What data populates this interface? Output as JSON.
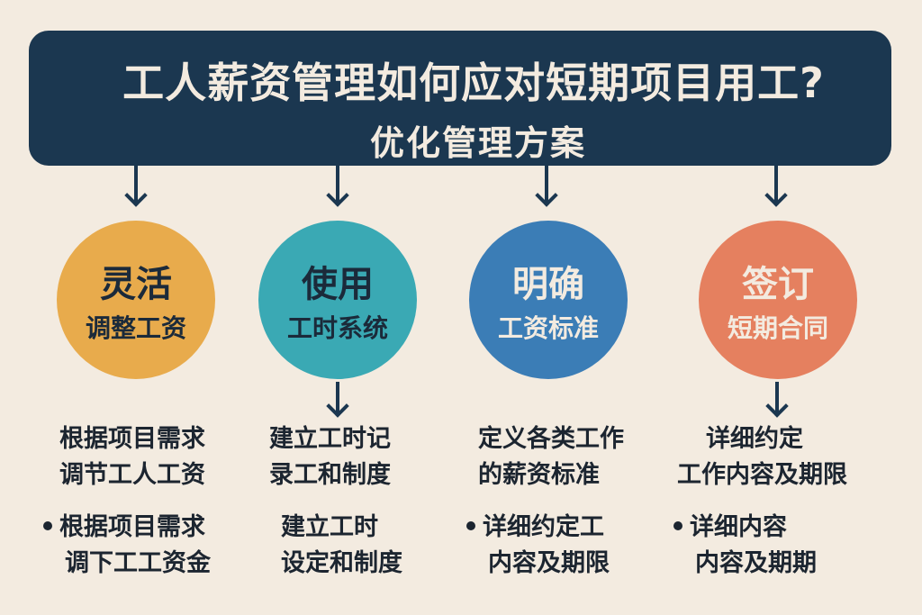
{
  "header": {
    "title": "工人薪资管理如何应对短期项目用工?",
    "subtitle": "优化管理方案",
    "background": "#1b3750"
  },
  "strategies": [
    {
      "main": "灵活",
      "sub": "调整工资",
      "color": "#e8ab4c",
      "text_color": "#1b2a3a",
      "desc": [
        "根据项目需求",
        "调节工人工资"
      ],
      "bullet": [
        "根据项目需求",
        "调下工工资金"
      ]
    },
    {
      "main": "使用",
      "sub": "工时系统",
      "color": "#3aa9b4",
      "text_color": "#1b2a3a",
      "desc": [
        "建立工时记",
        "录工和制度"
      ],
      "bullet": [
        "建立工时",
        "设定和制度"
      ]
    },
    {
      "main": "明确",
      "sub": "工资标准",
      "color": "#3b7db6",
      "text_color": "#f3ebe0",
      "desc": [
        "定义各类工作",
        "的薪资标准"
      ],
      "bullet": [
        "详细约定工",
        "内容及期限"
      ]
    },
    {
      "main": "签订",
      "sub": "短期合同",
      "color": "#e5805f",
      "text_color": "#f3ebe0",
      "desc": [
        "详细约定",
        "工作内容及期限"
      ],
      "bullet": [
        "详细内容",
        "内容及期期"
      ]
    }
  ]
}
